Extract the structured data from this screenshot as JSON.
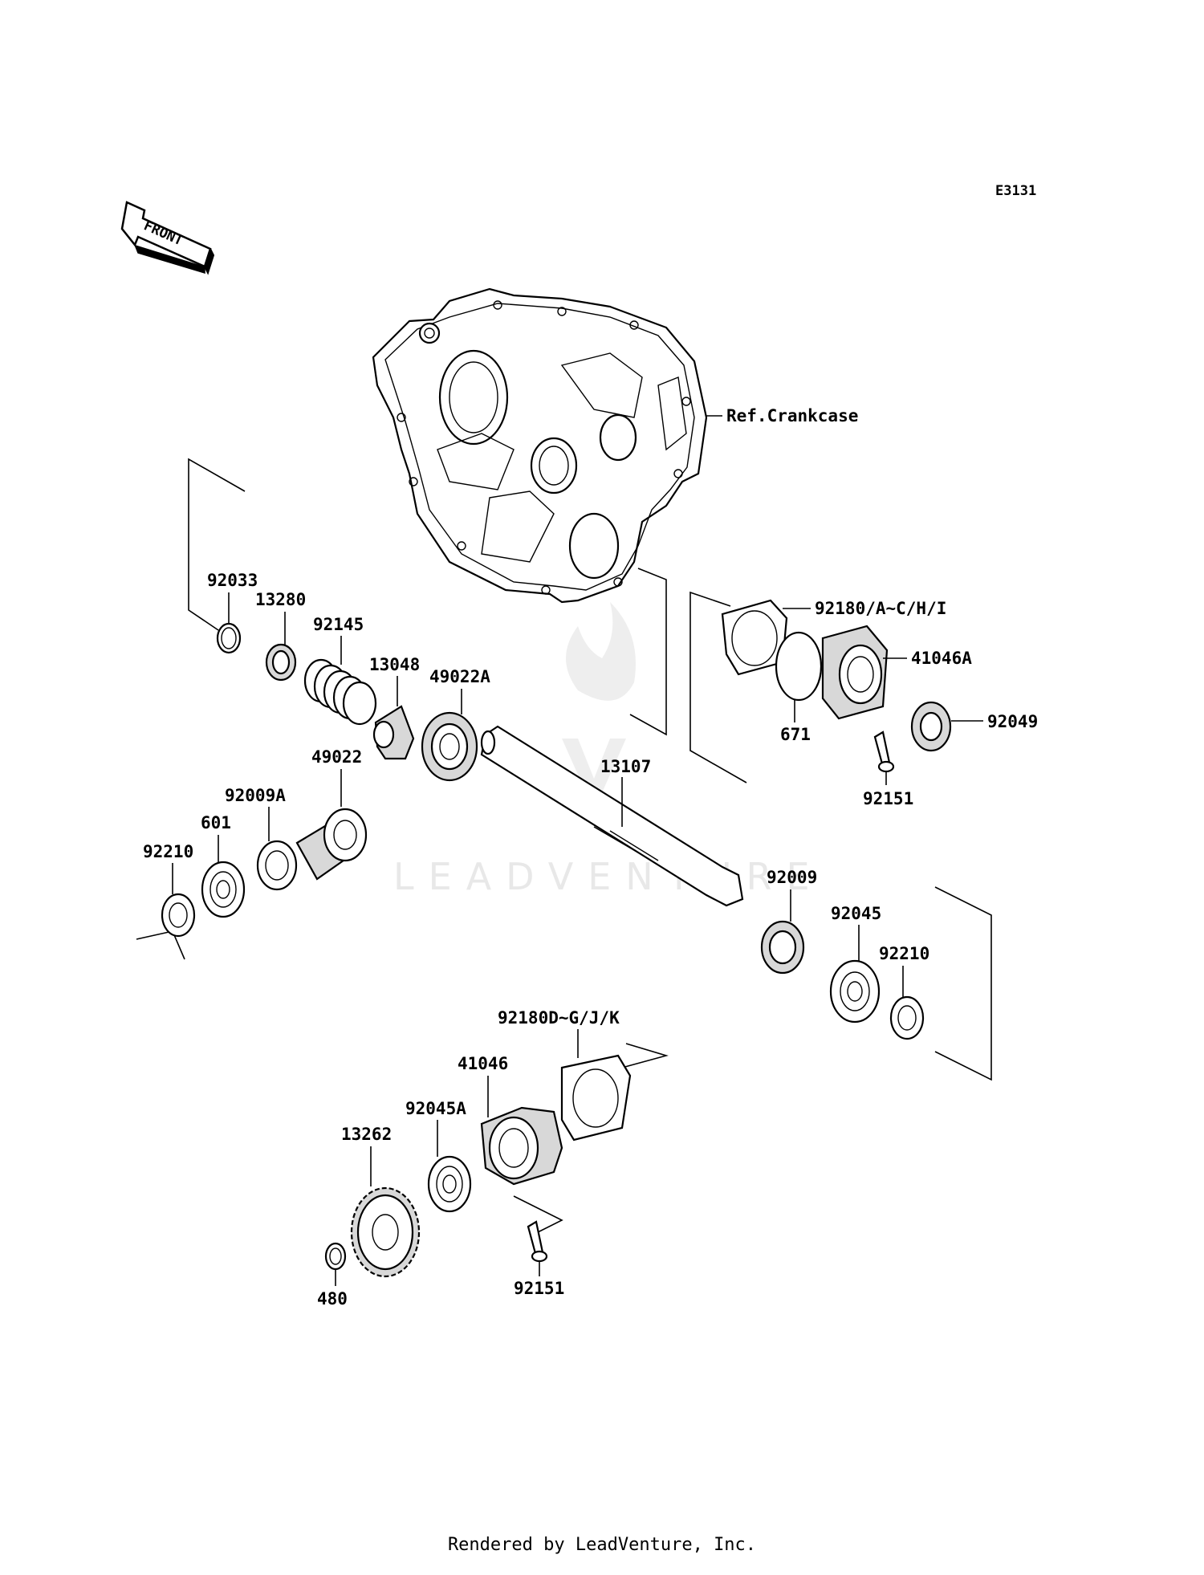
{
  "diagram_code": "E3131",
  "front_label": "FRONT",
  "ref_label": "Ref.Crankcase",
  "watermark": "LEADVENTURE",
  "footer": "Rendered by LeadVenture, Inc.",
  "parts": {
    "p92033": "92033",
    "p13280": "13280",
    "p92145": "92145",
    "p13048": "13048",
    "p49022A": "49022A",
    "p49022": "49022",
    "p92009A": "92009A",
    "p601": "601",
    "p92210_left": "92210",
    "p13107": "13107",
    "p92009": "92009",
    "p92045": "92045",
    "p92210_right": "92210",
    "p92180_top": "92180/A~C/H/I",
    "p41046A": "41046A",
    "p671": "671",
    "p92049": "92049",
    "p92151_top": "92151",
    "p92180_bottom": "92180D~G/J/K",
    "p41046": "41046",
    "p92045A": "92045A",
    "p13262": "13262",
    "p480": "480",
    "p92151_bottom": "92151"
  }
}
